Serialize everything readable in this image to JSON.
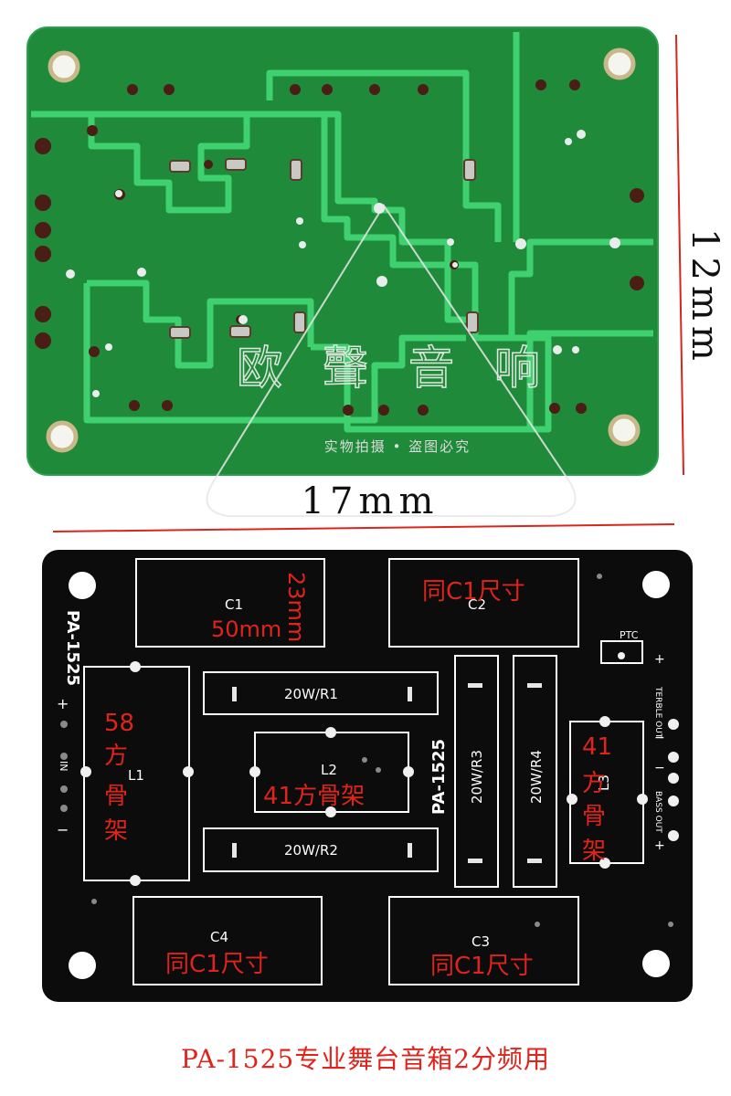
{
  "colors": {
    "green_board": "#1f8a3a",
    "green_trace": "#39c96a",
    "black_board": "#0c0c0c",
    "silkscreen": "#ffffff",
    "annotation_red": "#e0241b",
    "pad": "#3a2018"
  },
  "top_board": {
    "watermark_text": "欧 聲 音 响",
    "watermark_sub": "实物拍摄 • 盗图必究",
    "width_dim": "17mm",
    "height_dim": "12mm"
  },
  "bottom_board": {
    "model_label": "PA-1525",
    "center_model": "PA-1525",
    "in_label": "IN",
    "plus_sign": "+",
    "minus_sign": "−",
    "ptc_label": "PTC",
    "treble_out_label": "TERBLE OUT",
    "bass_out_label": "BASS OUT",
    "capacitors": [
      {
        "name": "C1",
        "note": "50mm",
        "note_v": "23mm"
      },
      {
        "name": "C2",
        "note": "同C1尺寸"
      },
      {
        "name": "C3",
        "note": "同C1尺寸"
      },
      {
        "name": "C4",
        "note": "同C1尺寸"
      }
    ],
    "inductors": [
      {
        "name": "L1",
        "note": "58方骨架"
      },
      {
        "name": "L2",
        "note": "41方骨架"
      },
      {
        "name": "L3",
        "note": "41方骨架"
      }
    ],
    "resistors": [
      "20W/R1",
      "20W/R2",
      "20W/R3",
      "20W/R4"
    ]
  },
  "caption": "PA-1525专业舞台音箱2分频用"
}
